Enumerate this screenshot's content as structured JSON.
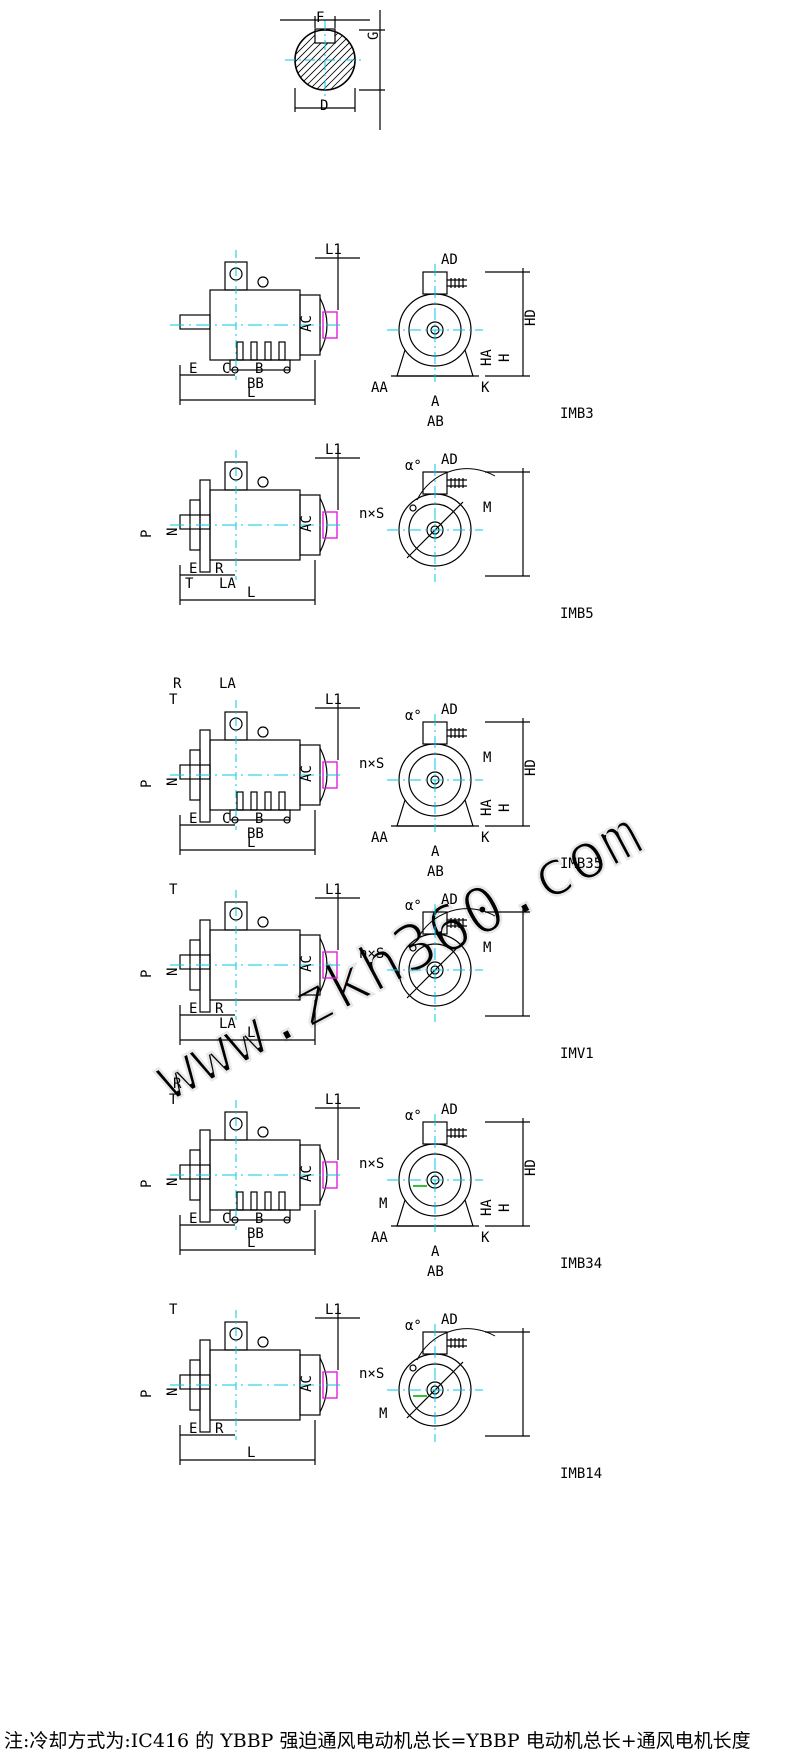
{
  "shaft": {
    "labels": {
      "F": "F",
      "G": "G",
      "D": "D"
    }
  },
  "views": [
    {
      "code": "IMB3",
      "side_labels": [
        "L1",
        "AC",
        "E",
        "C",
        "B",
        "BB",
        "L"
      ],
      "front_labels": [
        "AD",
        "HD",
        "HA",
        "H",
        "AA",
        "A",
        "K",
        "AB"
      ]
    },
    {
      "code": "IMB5",
      "side_labels": [
        "L1",
        "AC",
        "P",
        "N",
        "E",
        "R",
        "T",
        "LA",
        "L"
      ],
      "front_labels": [
        "α°",
        "AD",
        "n×S",
        "M"
      ]
    },
    {
      "code": "IMB35",
      "side_labels": [
        "R",
        "LA",
        "T",
        "L1",
        "AC",
        "P",
        "N",
        "E",
        "C",
        "B",
        "BB",
        "L"
      ],
      "front_labels": [
        "α°",
        "AD",
        "n×S",
        "M",
        "HD",
        "HA",
        "H",
        "AA",
        "A",
        "K",
        "AB"
      ]
    },
    {
      "code": "IMV1",
      "side_labels": [
        "L1",
        "AC",
        "P",
        "N",
        "E",
        "R",
        "T",
        "LA",
        "L"
      ],
      "front_labels": [
        "α°",
        "AD",
        "n×S",
        "M"
      ]
    },
    {
      "code": "IMB34",
      "side_labels": [
        "R",
        "T",
        "L1",
        "AC",
        "P",
        "N",
        "E",
        "C",
        "B",
        "BB",
        "L"
      ],
      "front_labels": [
        "α°",
        "AD",
        "n×S",
        "M",
        "HD",
        "HA",
        "H",
        "AA",
        "A",
        "K",
        "AB"
      ]
    },
    {
      "code": "IMB14",
      "side_labels": [
        "L1",
        "AC",
        "P",
        "N",
        "E",
        "R",
        "T",
        "L"
      ],
      "front_labels": [
        "α°",
        "AD",
        "n×S",
        "M"
      ]
    }
  ],
  "watermark": "www.zkh360.com",
  "note": "注:冷却方式为:IC416 的 YBBP 强迫通风电动机总长=YBBP 电动机总长+通风电机长度",
  "colors": {
    "line": "#000000",
    "center": "#00c8e6",
    "fan": "#e020e0",
    "accent": "#00b000",
    "watermark": "#e8e8e8"
  }
}
